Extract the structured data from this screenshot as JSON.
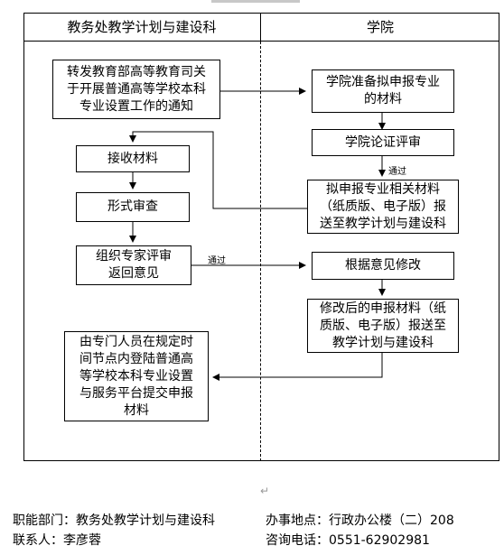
{
  "columns": {
    "left_header": "教务处教学计划与建设科",
    "right_header": "学院"
  },
  "boxes": {
    "notice": "转发教育部高等教育司关\n于开展普通高等学校本科\n专业设置工作的通知",
    "prepare": "学院准备拟申报专业\n的材料",
    "argue": "学院论证评审",
    "submit_materials": "拟申报专业相关材料\n（纸质版、电子版）报\n送至教学计划与建设科",
    "receive": "接收材料",
    "formal_review": "形式审查",
    "expert_review": "组织专家评审\n返回意见",
    "revise": "根据意见修改",
    "revised_submit": "修改后的申报材料（纸\n质版、电子版）报送至\n教学计划与建设科",
    "platform": "由专门人员在规定时\n间节点内登陆普通高\n等学校本科专业设置\n与服务平台提交申报\n材料"
  },
  "labels": {
    "pass_1": "通过",
    "pass_2": "通过"
  },
  "paragraph_mark": "↵",
  "footer": {
    "dept": "职能部门：教务处教学计划与建设科",
    "location": "办事地点：行政办公楼（二）208",
    "contact": "联系人：李彦蓉",
    "phone": "咨询电话：0551-62902981"
  }
}
